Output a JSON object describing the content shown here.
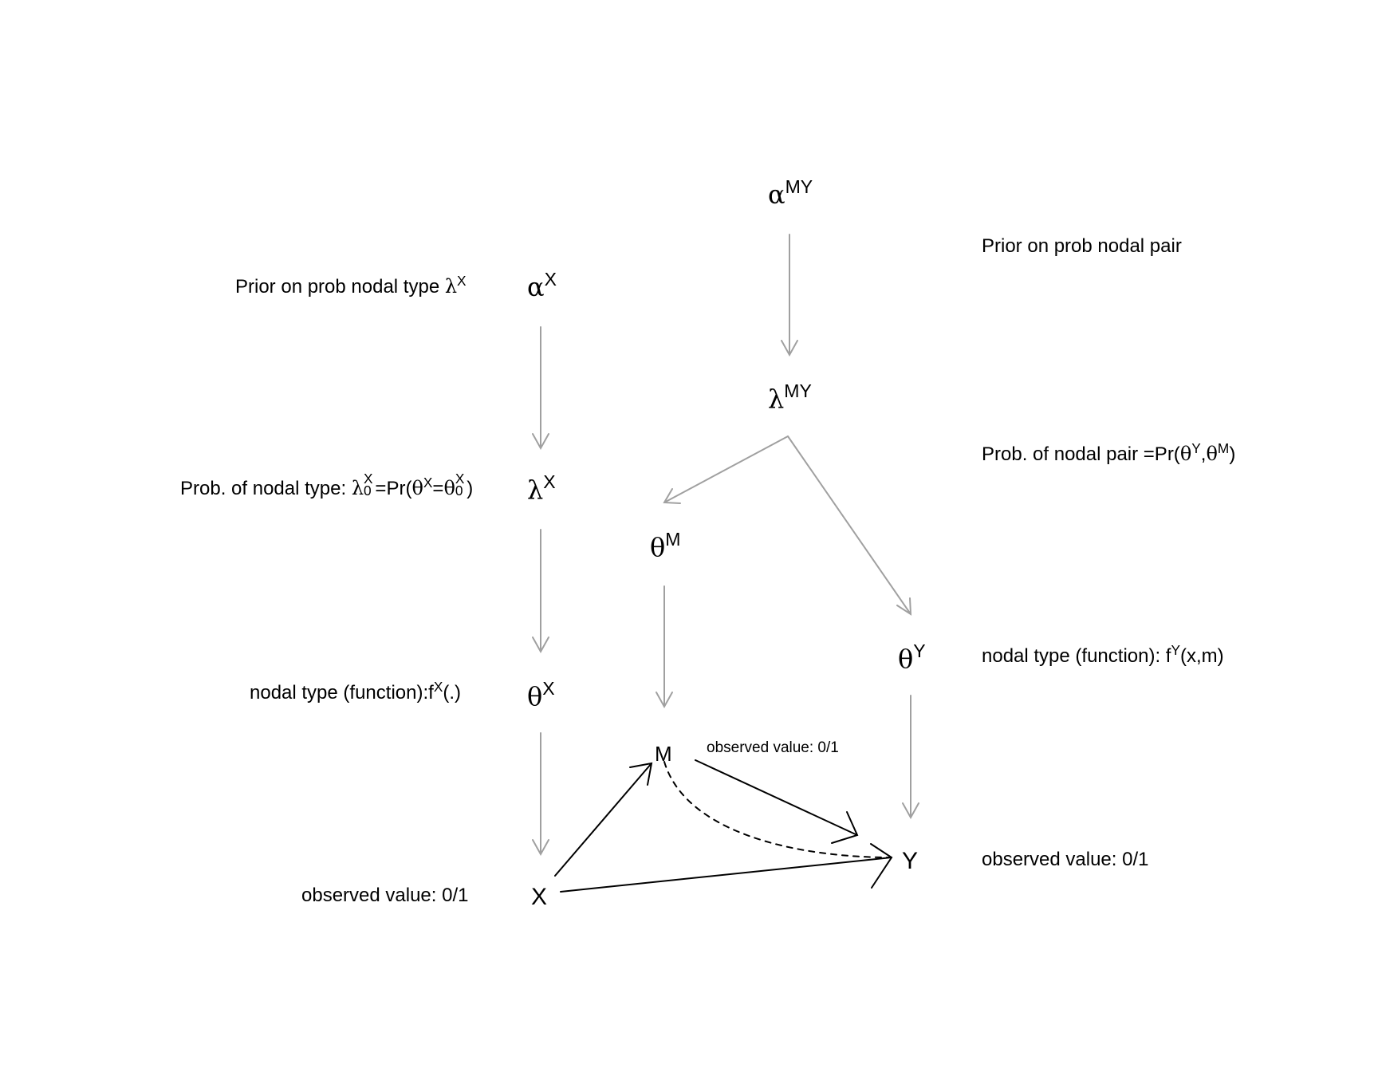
{
  "nodes": {
    "alpha_my": {
      "base": "α",
      "sup": "MY"
    },
    "alpha_x": {
      "base": "α",
      "sup": "X"
    },
    "lambda_my": {
      "base": "λ",
      "sup": "MY"
    },
    "lambda_x": {
      "base": "λ",
      "sup": "X"
    },
    "theta_m": {
      "base": "θ",
      "sup": "M"
    },
    "theta_y": {
      "base": "θ",
      "sup": "Y"
    },
    "theta_x": {
      "base": "θ",
      "sup": "X"
    },
    "m": {
      "base": "M"
    },
    "x": {
      "base": "X"
    },
    "y": {
      "base": "Y"
    }
  },
  "labels": {
    "prior_x": {
      "text": "Prior on prob nodal type ",
      "greek": "λ",
      "sup": "X"
    },
    "prior_pair": {
      "text": "Prior on prob nodal pair"
    },
    "prob_nodal_type": {
      "prefix": "Prob. of nodal type: ",
      "lambda": "λ",
      "lambda_sup": "X",
      "lambda_sub": "0",
      "eq": "=Pr(",
      "theta": "θ",
      "theta_sup": "X",
      "eq2": "=",
      "theta2": "θ",
      "theta2_sup": "X",
      "theta2_sub": "0",
      "close": ")"
    },
    "prob_nodal_pair": {
      "prefix": "Prob. of nodal pair =Pr(",
      "theta": "θ",
      "theta_sup": "Y",
      "comma": ",",
      "theta2": "θ",
      "theta2_sup": "M",
      "close": ")"
    },
    "nodal_type_x": {
      "prefix": "nodal type (function):f",
      "sup": "X",
      "suffix": "(.)"
    },
    "nodal_type_y": {
      "prefix": "nodal type (function): f",
      "sup": "Y",
      "suffix": "(x,m)"
    },
    "observed_x": {
      "text": "observed value: 0/1"
    },
    "observed_m": {
      "text": "observed value: 0/1"
    },
    "observed_y": {
      "text": "observed value: 0/1"
    }
  },
  "colors": {
    "gray_edge": "#a0a0a0",
    "black_edge": "#000000"
  }
}
